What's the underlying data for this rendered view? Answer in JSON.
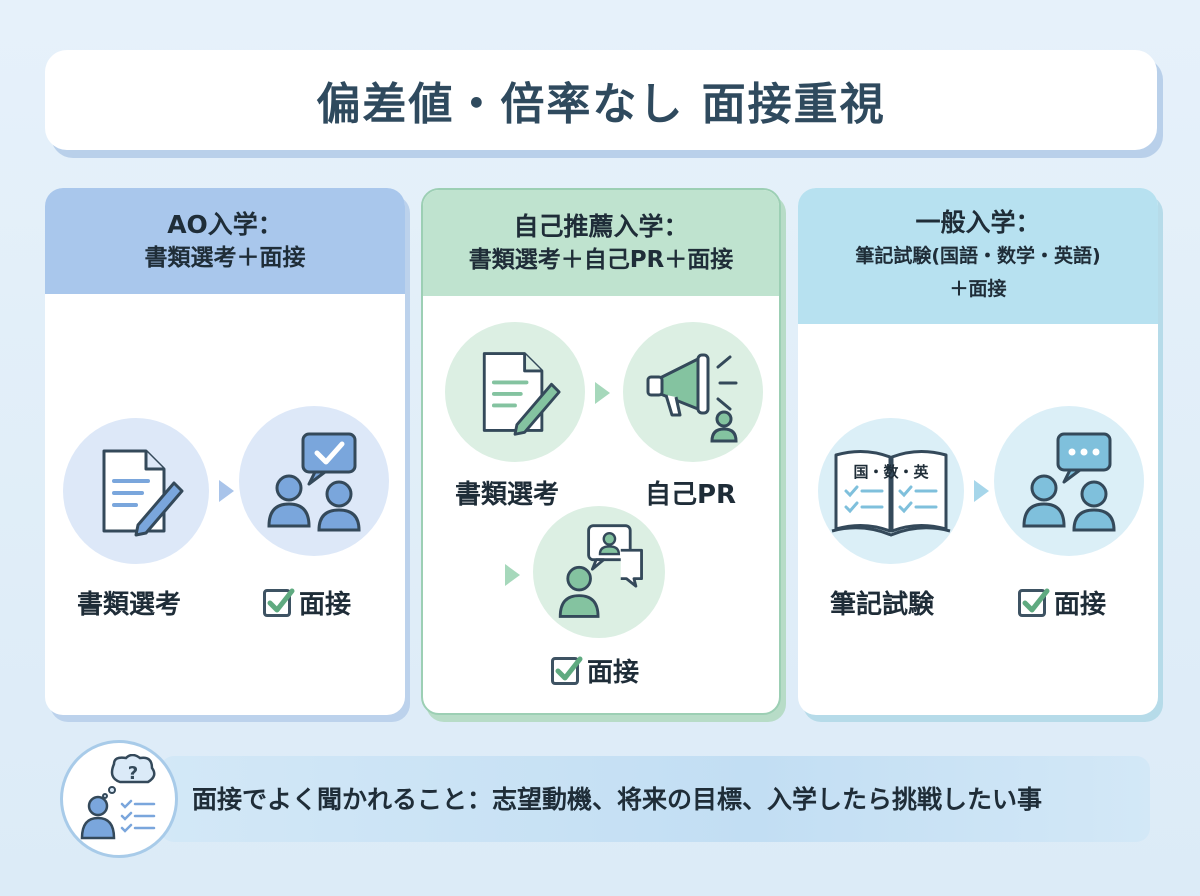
{
  "title": "偏差値・倍率なし 面接重視",
  "cards": {
    "ao": {
      "heading": "AO入学：",
      "subheading": "書類選考＋面接",
      "step1_label": "書類選考",
      "step2_label": "面接"
    },
    "self": {
      "heading": "自己推薦入学：",
      "subheading": "書類選考＋自己PR＋面接",
      "step1_label": "書類選考",
      "step2_label": "自己PR",
      "step3_label": "面接"
    },
    "general": {
      "heading": "一般入学：",
      "subheading": "筆記試験(国語・数学・英語)",
      "subheading2": "＋面接",
      "book_text": "国・数・英",
      "step1_label": "筆記試験",
      "step2_label": "面接"
    }
  },
  "footer": {
    "text": "面接でよく聞かれること：志望動機、将来の目標、入学したら挑戦したい事"
  },
  "colors": {
    "ao_header": "#a9c7ec",
    "self_header": "#bfe3cf",
    "general_header": "#b7e1f0",
    "icon_blue": "#7aa6dc",
    "icon_green": "#84c3a0",
    "icon_cyan": "#7fc0dc"
  }
}
